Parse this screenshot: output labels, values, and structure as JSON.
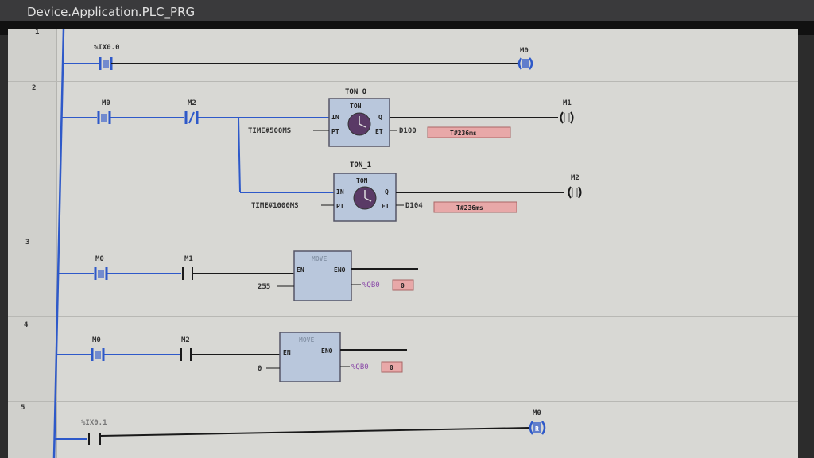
{
  "window": {
    "title": "Device.Application.PLC_PRG"
  },
  "rungs": [
    {
      "number": "1",
      "contact": "%IX0.0",
      "coil": "M0"
    },
    {
      "number": "2",
      "contact_a": "M0",
      "contact_b": "M2",
      "timer0": {
        "instance": "TON_0",
        "type": "TON",
        "in": "IN",
        "pt": "PT",
        "q": "Q",
        "et": "ET",
        "pt_value": "TIME#500MS",
        "et_var": "D100",
        "et_monitor": "T#236ms",
        "coil": "M1"
      },
      "timer1": {
        "instance": "TON_1",
        "type": "TON",
        "in": "IN",
        "pt": "PT",
        "q": "Q",
        "et": "ET",
        "pt_value": "TIME#1000MS",
        "et_var": "D104",
        "et_monitor": "T#236ms",
        "coil": "M2"
      }
    },
    {
      "number": "3",
      "contact_a": "M0",
      "contact_b": "M1",
      "block": {
        "type": "MOVE",
        "en": "EN",
        "eno": "ENO",
        "input": "255",
        "output": "%QB0",
        "output_monitor": "0"
      }
    },
    {
      "number": "4",
      "contact_a": "M0",
      "contact_b": "M2",
      "block": {
        "type": "MOVE",
        "en": "EN",
        "eno": "ENO",
        "input": "0",
        "output": "%QB0",
        "output_monitor": "0"
      }
    },
    {
      "number": "5",
      "contact": "%IX0.1",
      "coil": "M0",
      "coil_mark": "R"
    }
  ],
  "colors": {
    "powered": "#2e59c9",
    "unpowered": "#1a1a1a",
    "monitor_fill": "#e8a8a8",
    "block_fill": "#b9c7dc"
  }
}
